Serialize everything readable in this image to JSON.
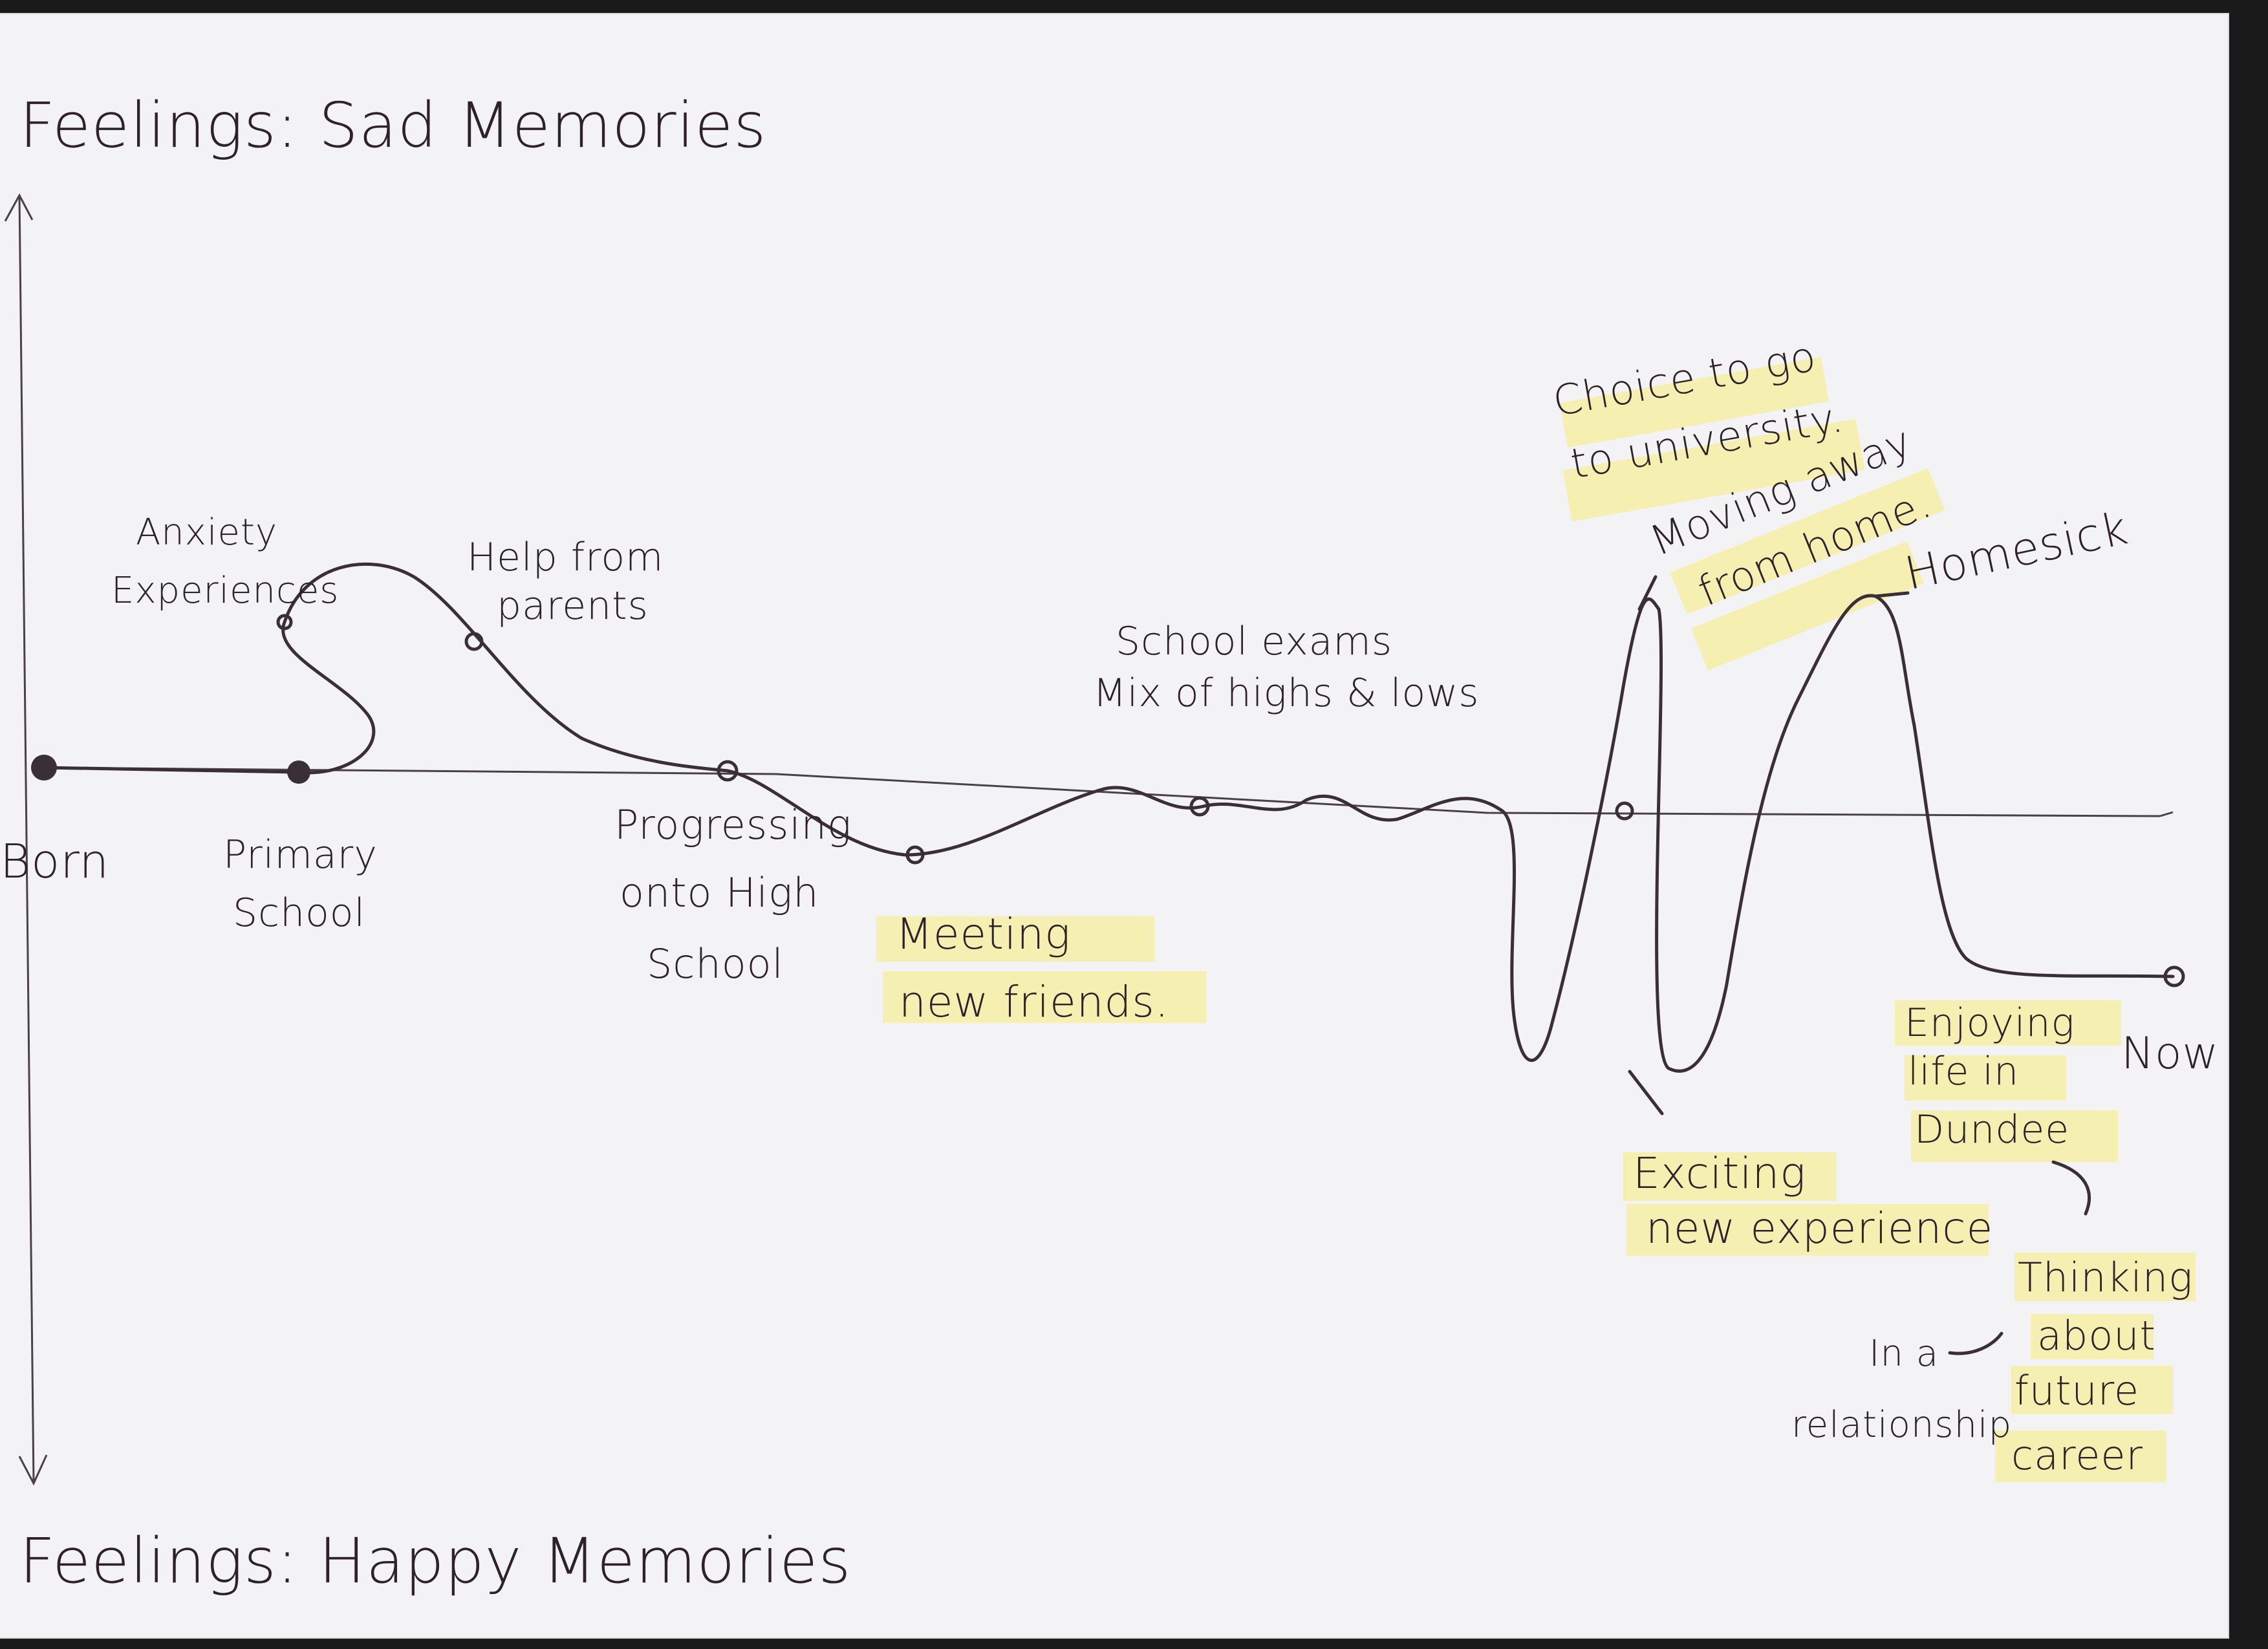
{
  "axis": {
    "top_label": "Feelings: Sad Memories",
    "bottom_label": "Feelings: Happy Memories"
  },
  "timeline": {
    "start_label": "Born",
    "end_label": "Now"
  },
  "events": {
    "primary_school": [
      "Primary",
      "School"
    ],
    "anxiety": [
      "Anxiety",
      "Experiences"
    ],
    "help_from_parents": [
      "Help from",
      "parents"
    ],
    "high_school": [
      "Progressing",
      "onto High",
      "School"
    ],
    "meeting_friends": [
      "Meeting",
      "new friends."
    ],
    "school_exams": [
      "School exams",
      "Mix of highs & lows"
    ],
    "choice_university": [
      "Choice to go",
      "to university."
    ],
    "moving_away": [
      "Moving away",
      "from home."
    ],
    "homesick": "Homesick",
    "exciting": [
      "Exciting",
      "new experience"
    ],
    "dundee": [
      "Enjoying",
      "life in",
      "Dundee"
    ],
    "thinking": [
      "Thinking",
      "about",
      "future",
      "career"
    ],
    "relationship": [
      "In a",
      "relationship"
    ]
  },
  "colors": {
    "ink": "#3a2f36",
    "highlight": "#f6eda6",
    "paper": "#f3f3f5"
  }
}
